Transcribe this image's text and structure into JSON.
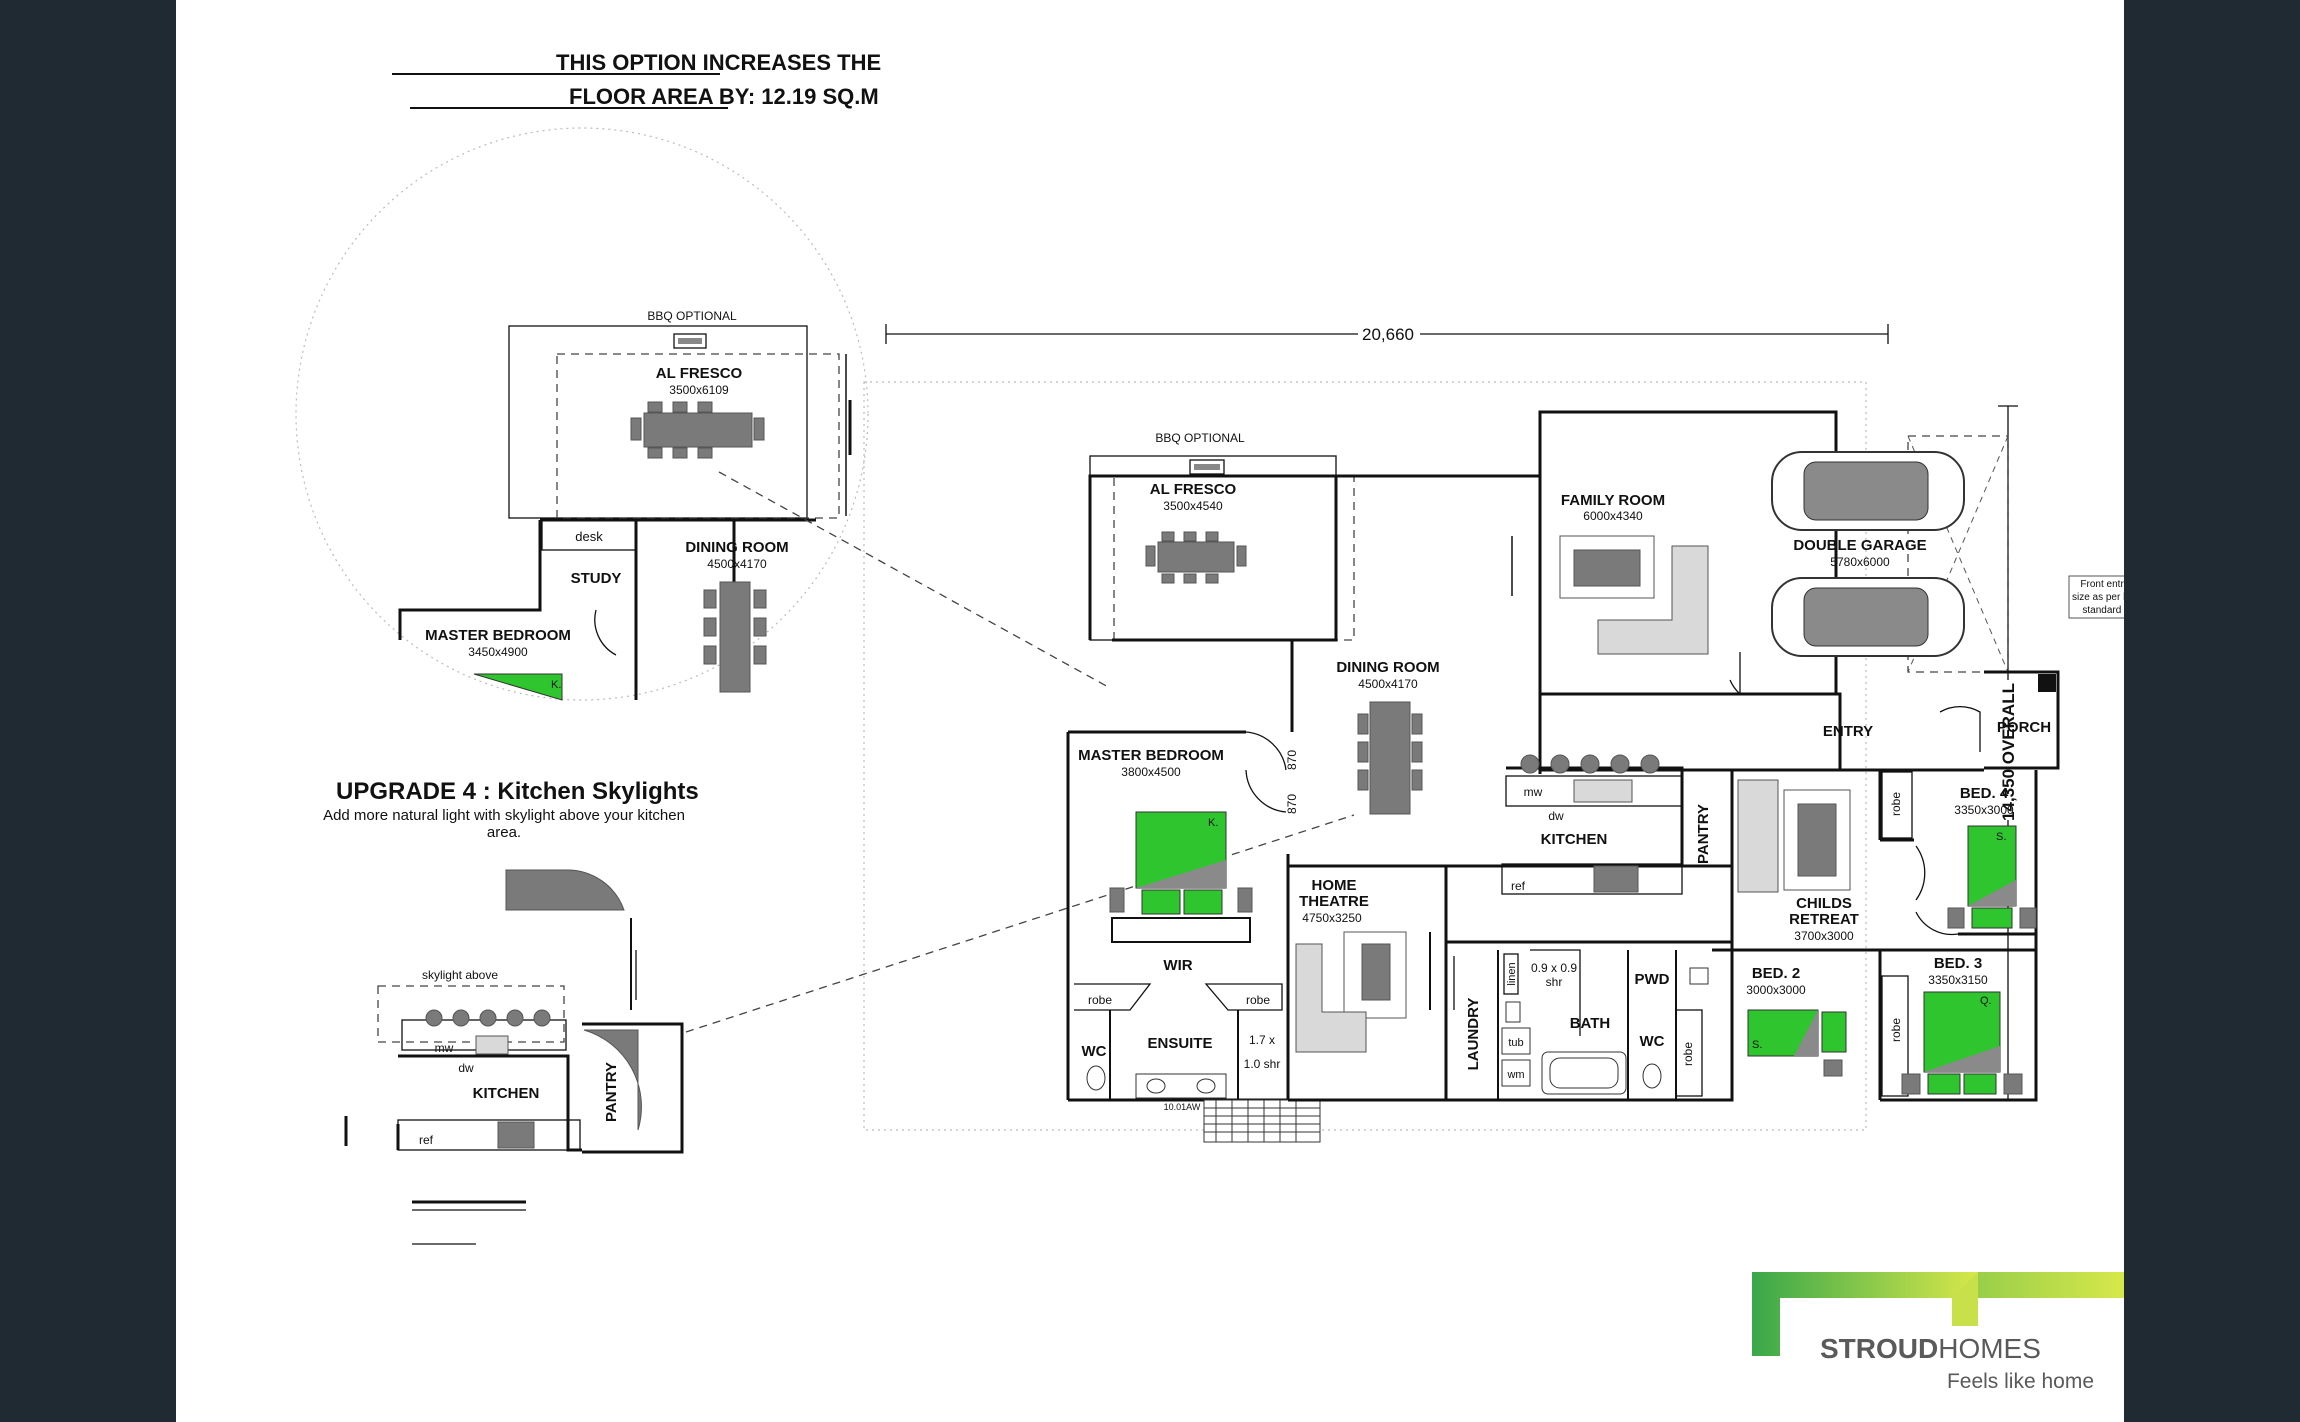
{
  "notes": {
    "floor_area_line1": "THIS OPTION INCREASES THE",
    "floor_area_line2": "FLOOR AREA BY: 12.19 SQ.M",
    "upgrade_title": "UPGRADE 4 : Kitchen Skylights",
    "upgrade_desc_line1": "Add more natural light with skylight above your kitchen",
    "upgrade_desc_line2": "area.",
    "front_entry_line1": "Front entry door",
    "front_entry_line2": "size as per builder's",
    "front_entry_line3": "standard range"
  },
  "dimensions": {
    "overall_width": "20,660",
    "overall_depth": "14,350 OVERALL",
    "door_870_a": "870",
    "door_870_b": "870"
  },
  "inset_alfresco": {
    "bbq": "BBQ OPTIONAL",
    "alfresco_name": "AL FRESCO",
    "alfresco_size": "3500x6109",
    "desk": "desk",
    "study": "STUDY",
    "dining_name": "DINING ROOM",
    "dining_size": "4500x4170",
    "master_name": "MASTER BEDROOM",
    "master_size": "3450x4900",
    "bed_tag": "K."
  },
  "inset_kitchen": {
    "skylight": "skylight above",
    "mw": "mw",
    "dw": "dw",
    "kitchen": "KITCHEN",
    "pantry": "PANTRY",
    "ref": "ref"
  },
  "plan": {
    "bbq": "BBQ OPTIONAL",
    "alfresco_name": "AL FRESCO",
    "alfresco_size": "3500x4540",
    "family_name": "FAMILY ROOM",
    "family_size": "6000x4340",
    "garage_name": "DOUBLE GARAGE",
    "garage_size": "5780x6000",
    "dining_name": "DINING ROOM",
    "dining_size": "4500x4170",
    "entry": "ENTRY",
    "porch": "PORCH",
    "master_name": "MASTER BEDROOM",
    "master_size": "3800x4500",
    "master_tag": "K.",
    "kitchen": "KITCHEN",
    "mw": "mw",
    "dw": "dw",
    "ref": "ref",
    "pantry": "PANTRY",
    "robe": "robe",
    "bed4_name": "BED. 4",
    "bed4_size": "3350x3000",
    "bed4_tag": "S.",
    "childs_line1": "CHILDS",
    "childs_line2": "RETREAT",
    "childs_size": "3700x3000",
    "theatre_line1": "HOME",
    "theatre_line2": "THEATRE",
    "theatre_size": "4750x3250",
    "wir": "WIR",
    "ensuite": "ENSUITE",
    "wc": "WC",
    "shr_line1": "1.7 x",
    "shr_line2": "1.0 shr",
    "laundry": "LAUNDRY",
    "linen": "linen",
    "shr2_line1": "0.9 x 0.9",
    "shr2_line2": "shr",
    "tub": "tub",
    "wm": "wm",
    "bath": "BATH",
    "pwd": "PWD",
    "bed2_name": "BED. 2",
    "bed2_size": "3000x3000",
    "bed2_tag": "S.",
    "bed3_name": "BED. 3",
    "bed3_size": "3350x3150",
    "bed3_tag": "Q.",
    "stairs_label": "10.01AW"
  },
  "brand": {
    "name_bold": "STROUD",
    "name_light": "HOMES",
    "tagline": "Feels like home",
    "color_green": "#7cc242",
    "color_grey": "#5a5a5a"
  }
}
